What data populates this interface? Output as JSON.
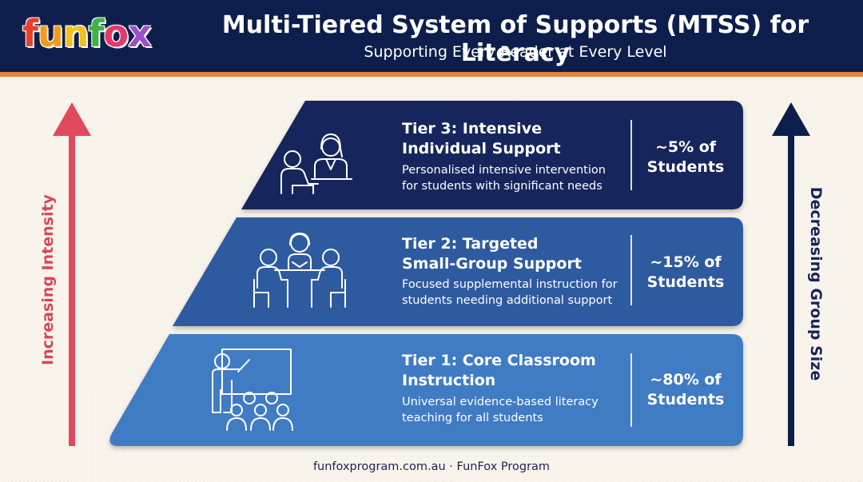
{
  "header": {
    "logo_text": "funfox",
    "title": "Multi-Tiered System of Supports (MTSS) for Literacy",
    "subtitle": "Supporting Every Reader at Every Level"
  },
  "arrows": {
    "left_label": "Increasing Intensity",
    "right_label": "Decreasing Group Size"
  },
  "tiers": [
    {
      "title_line1": "Tier 3: Intensive",
      "title_line2": "Individual Support",
      "desc_line1": "Personalised intensive intervention",
      "desc_line2": "for students with significant needs",
      "pct_line1": "~5% of",
      "pct_line2": "Students",
      "color": "#14255c",
      "icon": "one-to-one-tutoring-icon"
    },
    {
      "title_line1": "Tier 2: Targeted",
      "title_line2": "Small-Group Support",
      "desc_line1": "Focused supplemental instruction for",
      "desc_line2": "students needing additional support",
      "pct_line1": "~15% of",
      "pct_line2": "Students",
      "color": "#2d5aa0",
      "icon": "small-group-table-icon"
    },
    {
      "title_line1": "Tier 1: Core Classroom",
      "title_line2": "Instruction",
      "desc_line1": "Universal evidence-based literacy",
      "desc_line2": "teaching for all students",
      "pct_line1": "~80% of",
      "pct_line2": "Students",
      "color": "#3f7cc4",
      "icon": "classroom-teacher-icon"
    }
  ],
  "colors": {
    "header_bg": "#0e1e4c",
    "accent_orange": "#e3843c",
    "intensity_arrow": "#e14a5c",
    "group_size_arrow": "#0e1e4c"
  },
  "footer": {
    "text": "funfoxprogram.com.au · FunFox Program"
  }
}
